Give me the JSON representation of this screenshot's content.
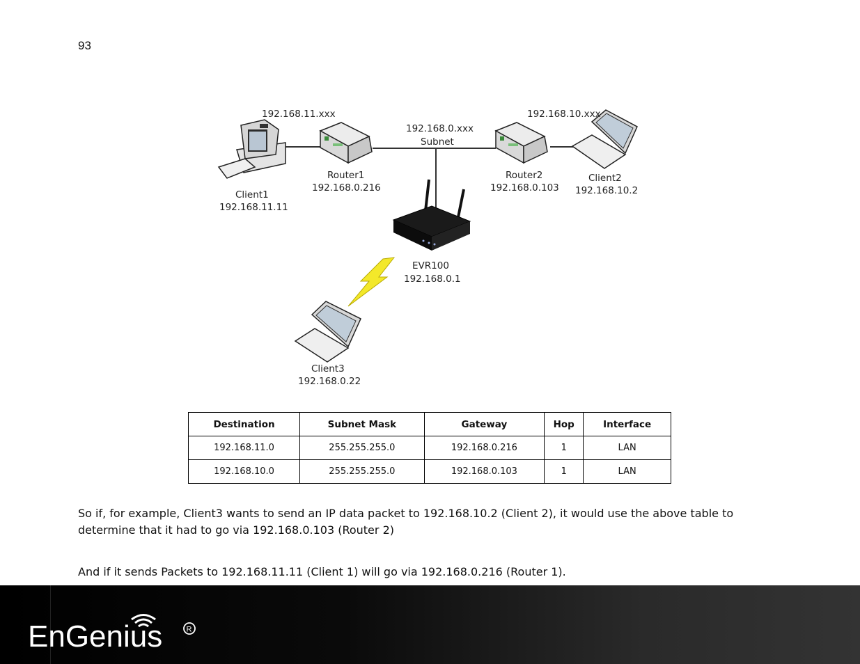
{
  "page": {
    "number": "93"
  },
  "diagram": {
    "client1": {
      "name": "Client1",
      "ip": "192.168.11.11",
      "subnet": "192.168.11.xxx"
    },
    "router1": {
      "name": "Router1",
      "ip": "192.168.0.216"
    },
    "subnet": {
      "range": "192.168.0.xxx",
      "label": "Subnet"
    },
    "router2": {
      "name": "Router2",
      "ip": "192.168.0.103"
    },
    "client2": {
      "name": "Client2",
      "ip": "192.168.10.2",
      "subnet": "192.168.10.xxx"
    },
    "evr": {
      "name": "EVR100",
      "ip": "192.168.0.1"
    },
    "client3": {
      "name": "Client3",
      "ip": "192.168.0.22"
    }
  },
  "table": {
    "headers": [
      "Destination",
      "Subnet Mask",
      "Gateway",
      "Hop",
      "Interface"
    ],
    "rows": [
      [
        "192.168.11.0",
        "255.255.255.0",
        "192.168.0.216",
        "1",
        "LAN"
      ],
      [
        "192.168.10.0",
        "255.255.255.0",
        "192.168.0.103",
        "1",
        "LAN"
      ]
    ]
  },
  "text": {
    "p1": "So if, for example, Client3 wants to send an IP data packet to 192.168.10.2 (Client 2), it would use the above table to determine that it had to go via 192.168.0.103 (Router 2)",
    "p2": "And if it sends Packets to 192.168.11.11 (Client 1) will go via 192.168.0.216 (Router 1)."
  },
  "footer": {
    "brand": "EnGenius"
  }
}
